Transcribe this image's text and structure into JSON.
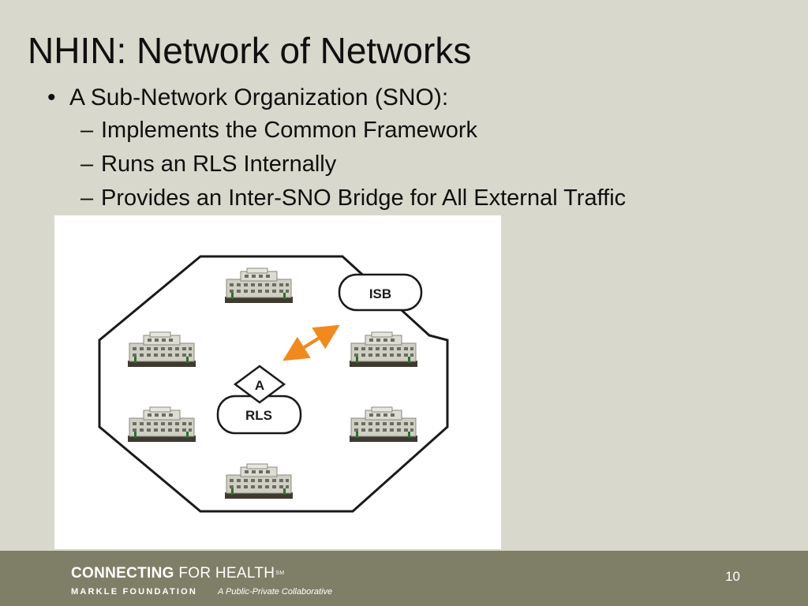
{
  "slide": {
    "title": "NHIN: Network of Networks",
    "bullet": {
      "mark": "•",
      "text": "A Sub-Network Organization (SNO):"
    },
    "sub_mark": "–",
    "sub_bullets": [
      "Implements the Common Framework",
      "Runs an RLS Internally",
      "Provides an Inter-SNO Bridge for All External Traffic"
    ]
  },
  "diagram": {
    "isb_label": "ISB",
    "rls_label": "RLS",
    "a_label": "A",
    "arrow_color": "#f08a1e",
    "building_icon": "building-icon"
  },
  "footer": {
    "logo_bold": "CONNECTING",
    "logo_light": "FOR HEALTH",
    "logo_mark": "SM",
    "org": "MARKLE FOUNDATION",
    "tagline": "A Public-Private Collaborative",
    "page_number": "10"
  },
  "colors": {
    "background": "#d9d8cc",
    "footer": "#7f7f68"
  }
}
